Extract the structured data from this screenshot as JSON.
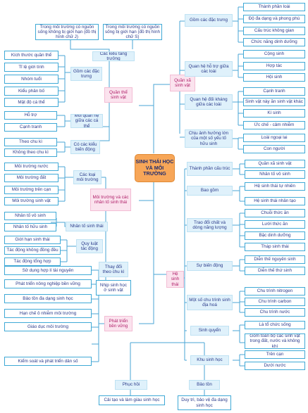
{
  "center": "SINH THÁI HỌC VÀ MÔI TRƯỜNG",
  "cats": {
    "quanthe": "Quần thể sinh vật",
    "quanxa": "Quần xã sinh vật",
    "moitruong": "Môi trường và các nhân tố sinh thái",
    "hesinhthai": "Hệ sinh thái",
    "phattrien": "Phát triển bền vững"
  },
  "left": {
    "top1": "Trong môi trường có nguồn sống không bị giới hạn (đồ thị hình chữ J)",
    "top2": "Trong môi trường có nguồn sống bị giới hạn (đồ thị hình chữ S)",
    "cackieu": "Các kiểu tăng trưởng",
    "gomcac": "Gồm các đặc trưng",
    "dactrung": [
      "Kích thước quần thể",
      "Tỉ lệ giới tính",
      "Nhóm tuổi",
      "Kiểu phân bố",
      "Mật độ cá thể"
    ],
    "moiquanhe": "Mối quan hệ giữa các cá thể",
    "quanhe": [
      "Hỗ trợ",
      "Cạnh tranh"
    ],
    "bienodong": "Có các kiểu biến động",
    "biendong": [
      "Theo chu kì",
      "Không theo chu kì"
    ],
    "loaimt": "Các loại môi trường",
    "moitruong": [
      "Môi trường nước",
      "Môi trường đất",
      "Môi trường trên cạn",
      "Môi trường sinh vật"
    ],
    "nhanto": "Nhân tố sinh thái",
    "nhantolist": [
      "Nhân tố vô sinh",
      "Nhân tố hữu sinh"
    ],
    "quyluat": "Quy luật tác động",
    "quyluatlist": [
      "Giới hạn sinh thái",
      "Tác động không đồng đều",
      "Tác động tổng hợp"
    ],
    "thaydoi": "Thay đổi theo chu kì",
    "nhip": "Nhịp sinh học ở sinh vật",
    "ptlist": [
      "Sử dụng hợp lí tài nguyên",
      "Phát triển nông nghiệp bền vững",
      "Bảo tồn đa dạng sinh học",
      "Hạn chế ô nhiễm môi trường",
      "Giáo dục môi trường",
      "Kiểm soát và phát triển dân số"
    ]
  },
  "right": {
    "gomdactrung": "Gồm các đặc trưng",
    "qxdactrung": [
      "Thành phần loài",
      "Độ đa dạng và phong phú",
      "Cấu trúc không gian",
      "Chức năng dinh dưỡng"
    ],
    "hotro": "Quan hệ hỗ trợ giữa các loài",
    "hotrolist": [
      "Cộng sinh",
      "Hợp tác",
      "Hội sinh"
    ],
    "doikhang": "Quan hệ đối kháng giữa các loài",
    "doikhanglist": [
      "Cạnh tranh",
      "Sinh vật này ăn sinh vật khác",
      "Kí sinh",
      "Ức chế - cảm nhiễm"
    ],
    "chiuanh": "Chịu ảnh hưởng lớn của một số yếu tố hữu sinh",
    "chiuanhlist": [
      "Loài ngoại lai",
      "Con người"
    ],
    "thanhphan": "Thành phần cấu trúc",
    "thanhphanlist": [
      "Quần xã sinh vật",
      "Nhân tố vô sinh"
    ],
    "baogom": "Bao gồm",
    "baogomlist": [
      "Hệ sinh thái tự nhiên",
      "Hệ sinh thái nhân tạo"
    ],
    "traodoi": "Trao đổi chất và dòng năng lượng",
    "traodoilist": [
      "Chuỗi thức ăn",
      "Lưới thức ăn",
      "Bậc dinh dưỡng",
      "Tháp sinh thái"
    ],
    "suvien": "Sự biến động",
    "suvienlist": [
      "Diễn thế nguyên sinh",
      "Diễn thế thứ sinh"
    ],
    "chutrinh": "Một số chu trình sinh địa hoá",
    "chutrinhlist": [
      "Chu trình nitrogen",
      "Chu trình carbon",
      "Chu trình nước"
    ],
    "sinhquyen": "Sinh quyển",
    "sinhquyenlist": [
      "Là tổ chức sống",
      "Gồm toàn bộ các sinh vật trong đất, nước và không khí"
    ],
    "khusinhhoc": "Khu sinh học",
    "khulist": [
      "Trên cạn",
      "Dưới nước"
    ]
  },
  "bottom": {
    "phuchoi": "Phục hồi",
    "phuchoisub": "Cải tạo và làm giàu sinh học",
    "baoton": "Bảo tồn",
    "baotonsub": "Duy trì, bảo vệ đa dạng sinh học"
  }
}
